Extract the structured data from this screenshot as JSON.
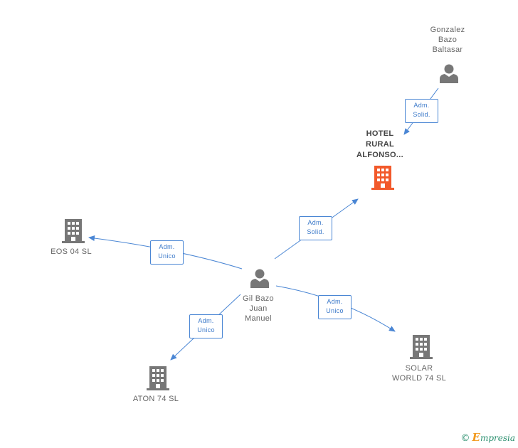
{
  "nodes": [
    {
      "id": "hotel",
      "label": "HOTEL\nRURAL\nALFONSO...",
      "kind": "company",
      "focus": true
    },
    {
      "id": "gonzalez",
      "label": "Gonzalez\nBazo\nBaltasar",
      "kind": "person"
    },
    {
      "id": "gil",
      "label": "Gil Bazo\nJuan\nManuel",
      "kind": "person"
    },
    {
      "id": "eos",
      "label": "EOS 04 SL",
      "kind": "company"
    },
    {
      "id": "aton",
      "label": "ATON 74 SL",
      "kind": "company"
    },
    {
      "id": "solar",
      "label": "SOLAR\nWORLD 74 SL",
      "kind": "company"
    }
  ],
  "edges": [
    {
      "from": "gonzalez",
      "to": "hotel",
      "label": "Adm.\nSolid."
    },
    {
      "from": "gil",
      "to": "hotel",
      "label": "Adm.\nSolid."
    },
    {
      "from": "gil",
      "to": "eos",
      "label": "Adm.\nUnico"
    },
    {
      "from": "gil",
      "to": "aton",
      "label": "Adm.\nUnico"
    },
    {
      "from": "gil",
      "to": "solar",
      "label": "Adm.\nUnico"
    }
  ],
  "colors": {
    "edge": "#4a86d4",
    "icon_default": "#777777",
    "icon_focus": "#f2592a"
  },
  "icons": {
    "person": "person-icon",
    "company": "building-icon"
  },
  "brand": {
    "copyright_symbol": "©",
    "name_first": "E",
    "name_rest": "mpresia"
  }
}
